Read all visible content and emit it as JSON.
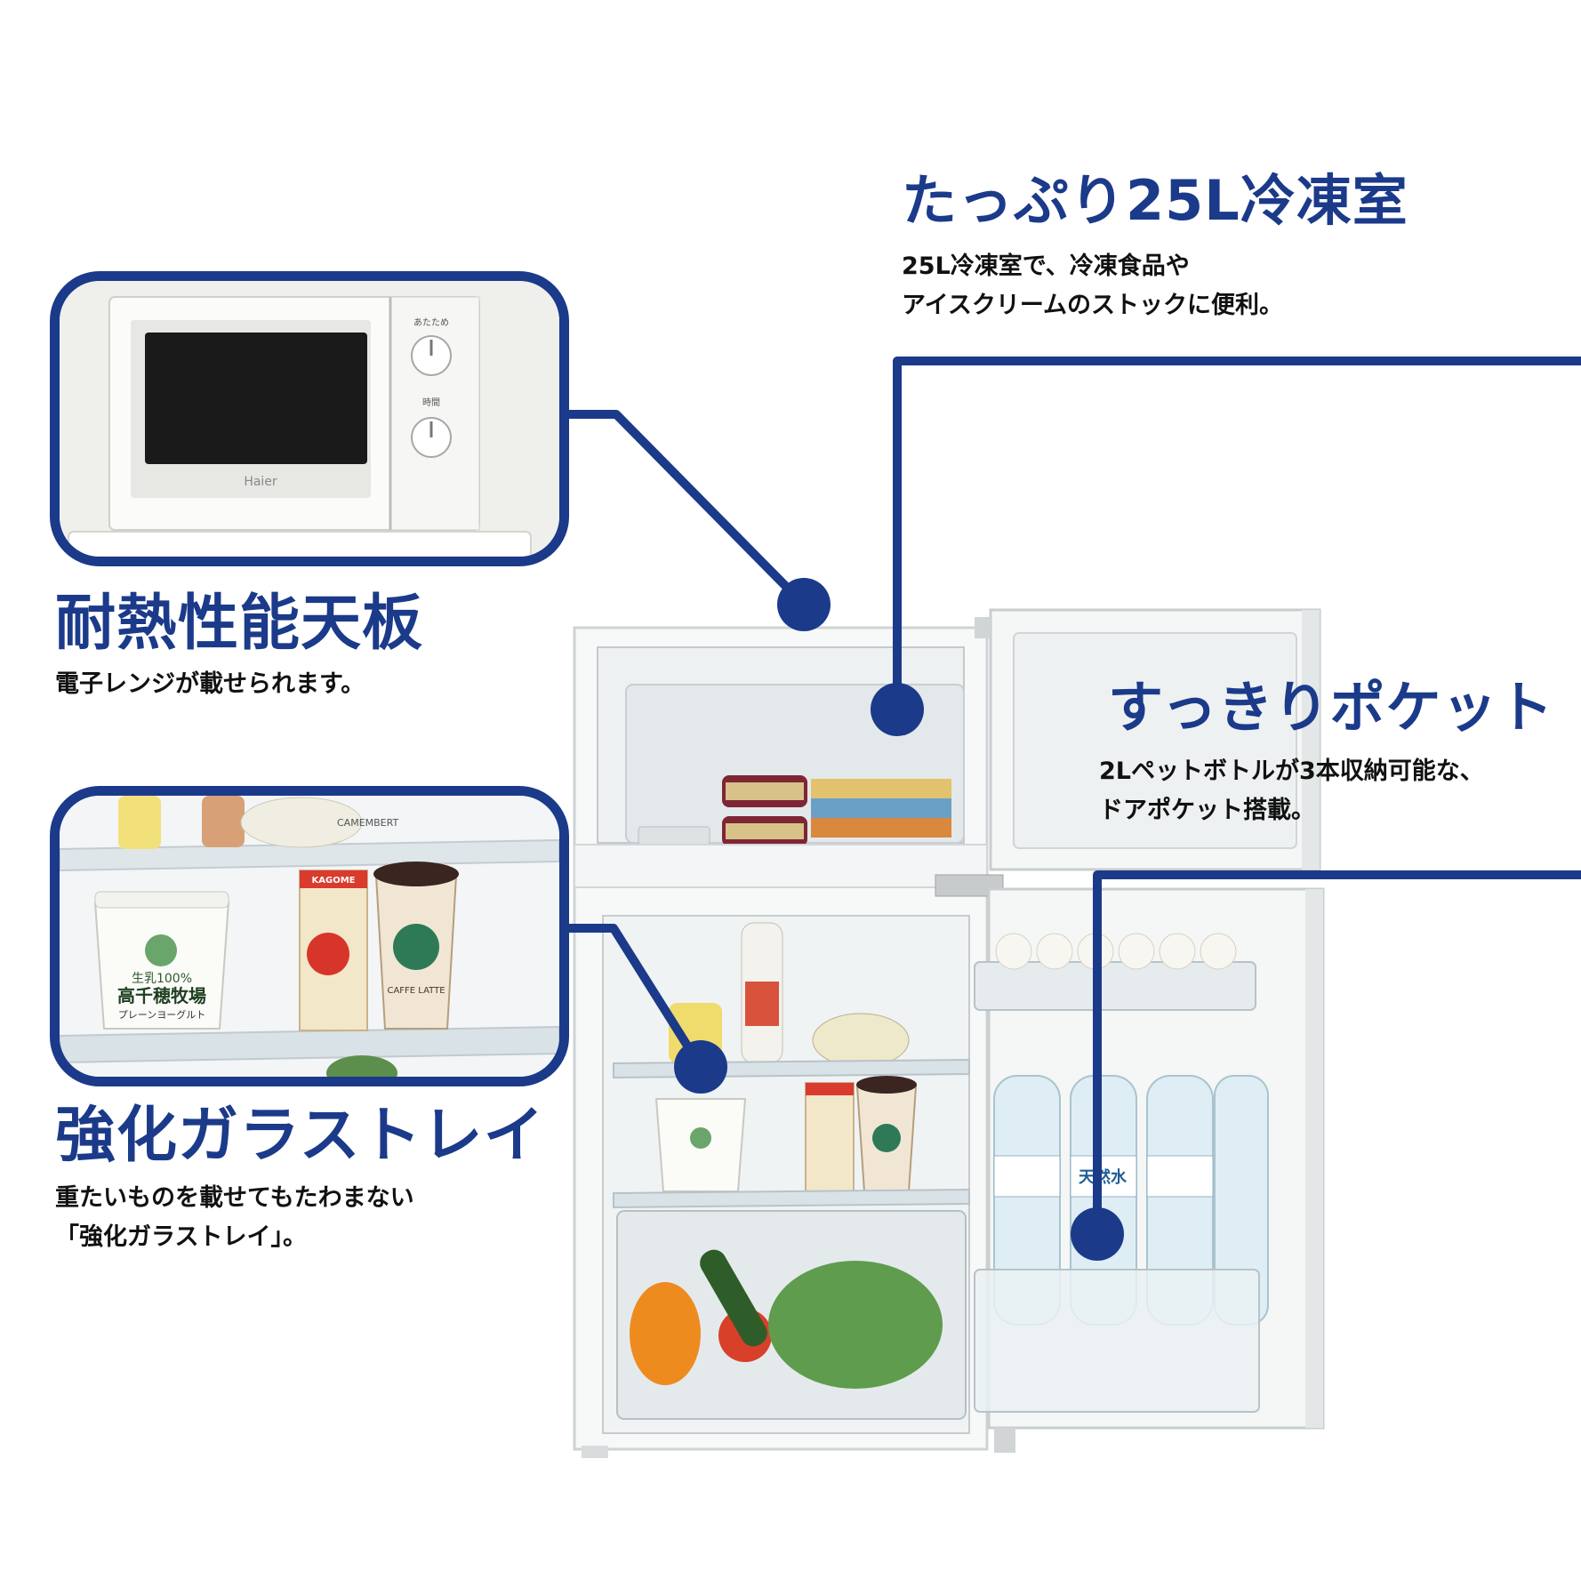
{
  "colors": {
    "accent": "#1b3a8a",
    "text": "#111111"
  },
  "features": {
    "freezer": {
      "title": "たっぷり25L冷凍室",
      "desc": [
        "25L冷凍室で、冷凍食品や",
        "アイスクリームのストックに便利。"
      ]
    },
    "top_plate": {
      "title": "耐熱性能天板",
      "desc": [
        "電子レンジが載せられます。"
      ]
    },
    "door_pocket": {
      "title": "すっきりポケット",
      "desc": [
        "2Lペットボトルが3本収納可能な、",
        "ドアポケット搭載。"
      ]
    },
    "glass_tray": {
      "title": "強化ガラストレイ",
      "desc": [
        "重たいものを載せてもたわまない",
        "「強化ガラストレイ」。"
      ]
    }
  },
  "microwave": {
    "brand": "Haier",
    "dial1_label": "あたため",
    "dial2_label": "時間"
  },
  "products": {
    "yogurt_label": "生乳100%",
    "yogurt_name": "高千穂牧場",
    "yogurt_sub": "プレーンヨーグルト",
    "juice_brand": "KAGOME",
    "coffee_label": "CAFFE LATTE",
    "cheese_label": "CAMEMBERT",
    "water_label": "天然水"
  }
}
